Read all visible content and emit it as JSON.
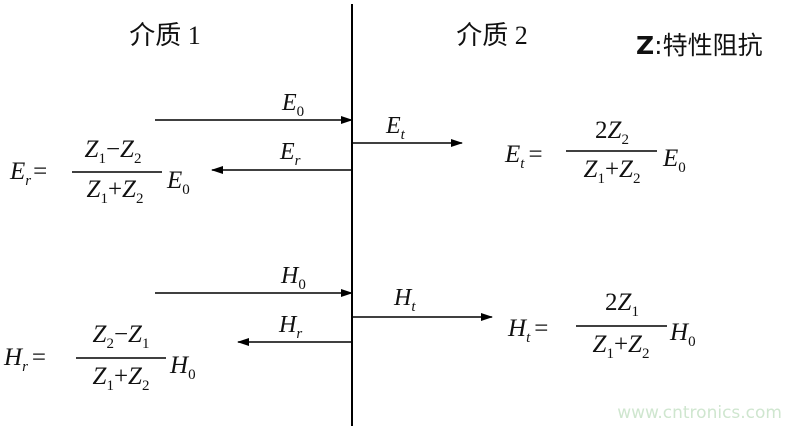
{
  "medium1_label": "介质 1",
  "medium2_label": "介质 2",
  "legend": {
    "symbol": "Z",
    "separator": ":",
    "text": "特性阻抗"
  },
  "watermark": "www.cntronics.com",
  "colors": {
    "line": "#000000",
    "text": "#111111",
    "watermark": "#cfe6cf",
    "background": "#ffffff"
  },
  "electric": {
    "incident": {
      "sym": "E",
      "sub": "0"
    },
    "reflected": {
      "sym": "E",
      "sub": "r"
    },
    "transmitted": {
      "sym": "E",
      "sub": "t"
    },
    "reflected_formula": {
      "lhs": {
        "sym": "E",
        "sub": "r"
      },
      "eq": "=",
      "num": {
        "a": "Z",
        "a_sub": "1",
        "op": "−",
        "b": "Z",
        "b_sub": "2"
      },
      "den": {
        "a": "Z",
        "a_sub": "1",
        "op": "+",
        "b": "Z",
        "b_sub": "2"
      },
      "factor": {
        "sym": "E",
        "sub": "0"
      }
    },
    "transmitted_formula": {
      "lhs": {
        "sym": "E",
        "sub": "t"
      },
      "eq": "=",
      "num": {
        "coef": "2",
        "a": "Z",
        "a_sub": "2"
      },
      "den": {
        "a": "Z",
        "a_sub": "1",
        "op": "+",
        "b": "Z",
        "b_sub": "2"
      },
      "factor": {
        "sym": "E",
        "sub": "0"
      }
    }
  },
  "magnetic": {
    "incident": {
      "sym": "H",
      "sub": "0"
    },
    "reflected": {
      "sym": "H",
      "sub": "r"
    },
    "transmitted": {
      "sym": "H",
      "sub": "t"
    },
    "reflected_formula": {
      "lhs": {
        "sym": "H",
        "sub": "r"
      },
      "eq": "=",
      "num": {
        "a": "Z",
        "a_sub": "2",
        "op": "−",
        "b": "Z",
        "b_sub": "1"
      },
      "den": {
        "a": "Z",
        "a_sub": "1",
        "op": "+",
        "b": "Z",
        "b_sub": "2"
      },
      "factor": {
        "sym": "H",
        "sub": "0"
      }
    },
    "transmitted_formula": {
      "lhs": {
        "sym": "H",
        "sub": "t"
      },
      "eq": "=",
      "num": {
        "coef": "2",
        "a": "Z",
        "a_sub": "1"
      },
      "den": {
        "a": "Z",
        "a_sub": "1",
        "op": "+",
        "b": "Z",
        "b_sub": "2"
      },
      "factor": {
        "sym": "H",
        "sub": "0"
      }
    }
  }
}
